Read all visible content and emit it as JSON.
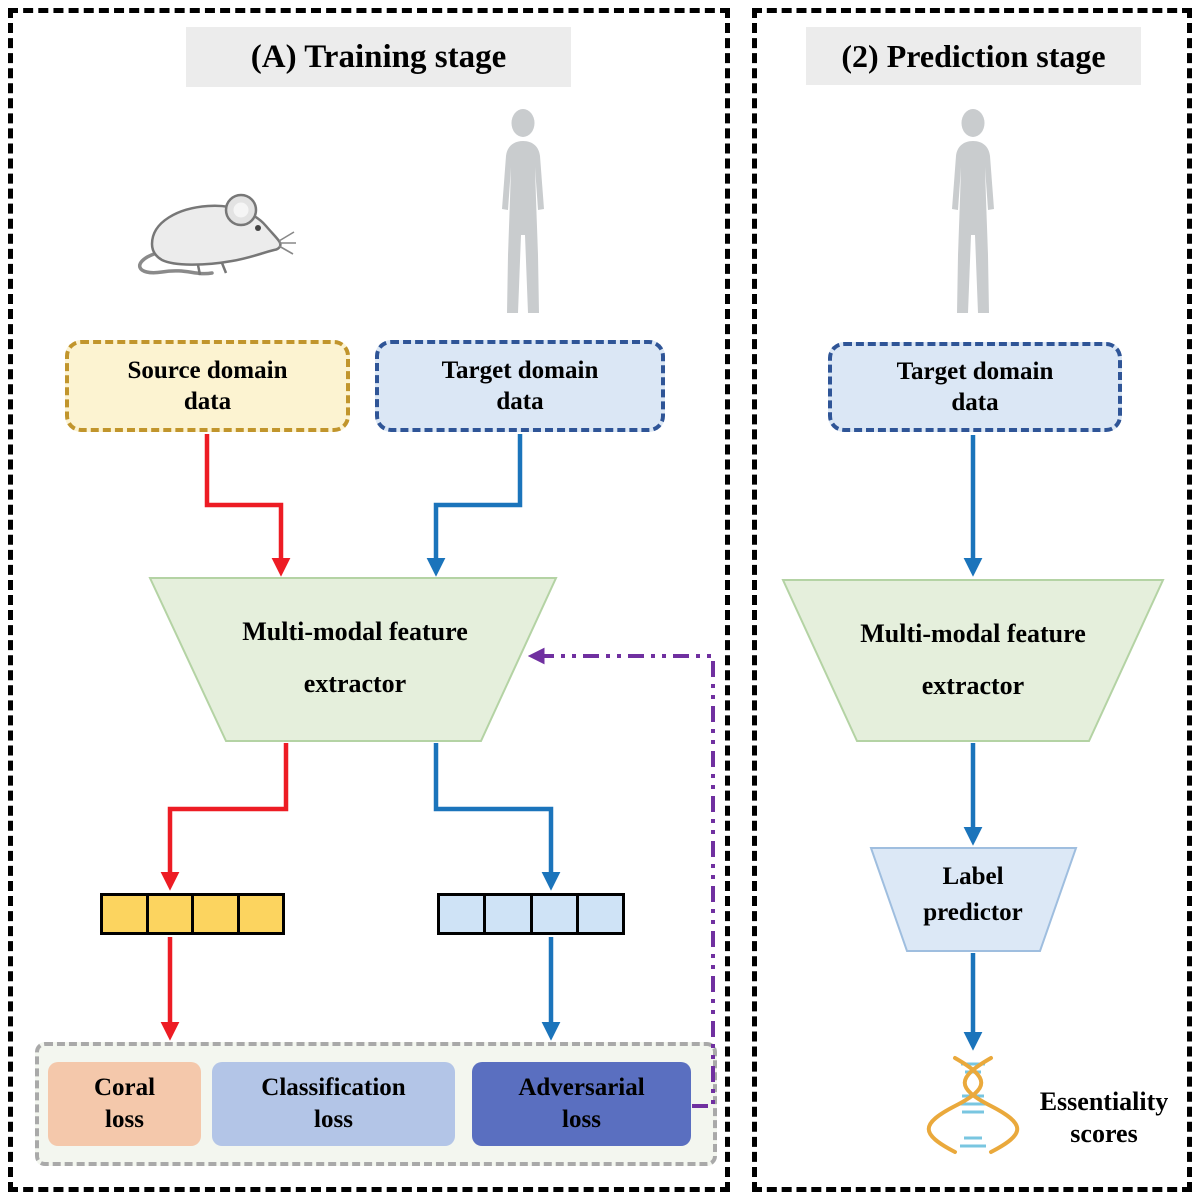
{
  "training": {
    "title": "(A) Training stage",
    "source_box": {
      "line1": "Source domain",
      "line2": "data"
    },
    "target_box": {
      "line1": "Target domain",
      "line2": "data"
    },
    "extractor": {
      "line1": "Multi-modal feature",
      "line2": "extractor"
    },
    "coral_loss": {
      "line1": "Coral",
      "line2": "loss"
    },
    "classification_loss": {
      "line1": "Classification",
      "line2": "loss"
    },
    "adversarial_loss": {
      "line1": "Adversarial",
      "line2": "loss"
    }
  },
  "prediction": {
    "title": "(2) Prediction stage",
    "target_box": {
      "line1": "Target domain",
      "line2": "data"
    },
    "extractor": {
      "line1": "Multi-modal feature",
      "line2": "extractor"
    },
    "label_predictor": {
      "line1": "Label",
      "line2": "predictor"
    },
    "output": {
      "line1": "Essentiality",
      "line2": "scores"
    }
  },
  "icons": {
    "mouse": "mouse-icon",
    "human": "human-icon",
    "dna": "dna-icon"
  },
  "colors": {
    "arrow_red": "#ed1c24",
    "arrow_blue": "#1b74bb",
    "arrow_purple": "#7030a0",
    "extractor_fill": "#e5efdc",
    "source_fill": "#fcf3d1",
    "source_border": "#c1952c",
    "target_fill": "#dbe7f5",
    "target_border": "#2f5597",
    "source_feature_bar": "#fcd45f",
    "target_feature_bar": "#cfe3f6",
    "coral_loss_fill": "#f4c8ab",
    "classification_loss_fill": "#b3c5e7",
    "adversarial_loss_fill": "#5a6fc0",
    "label_predictor_fill": "#dce8f6",
    "title_background": "#ececec"
  }
}
